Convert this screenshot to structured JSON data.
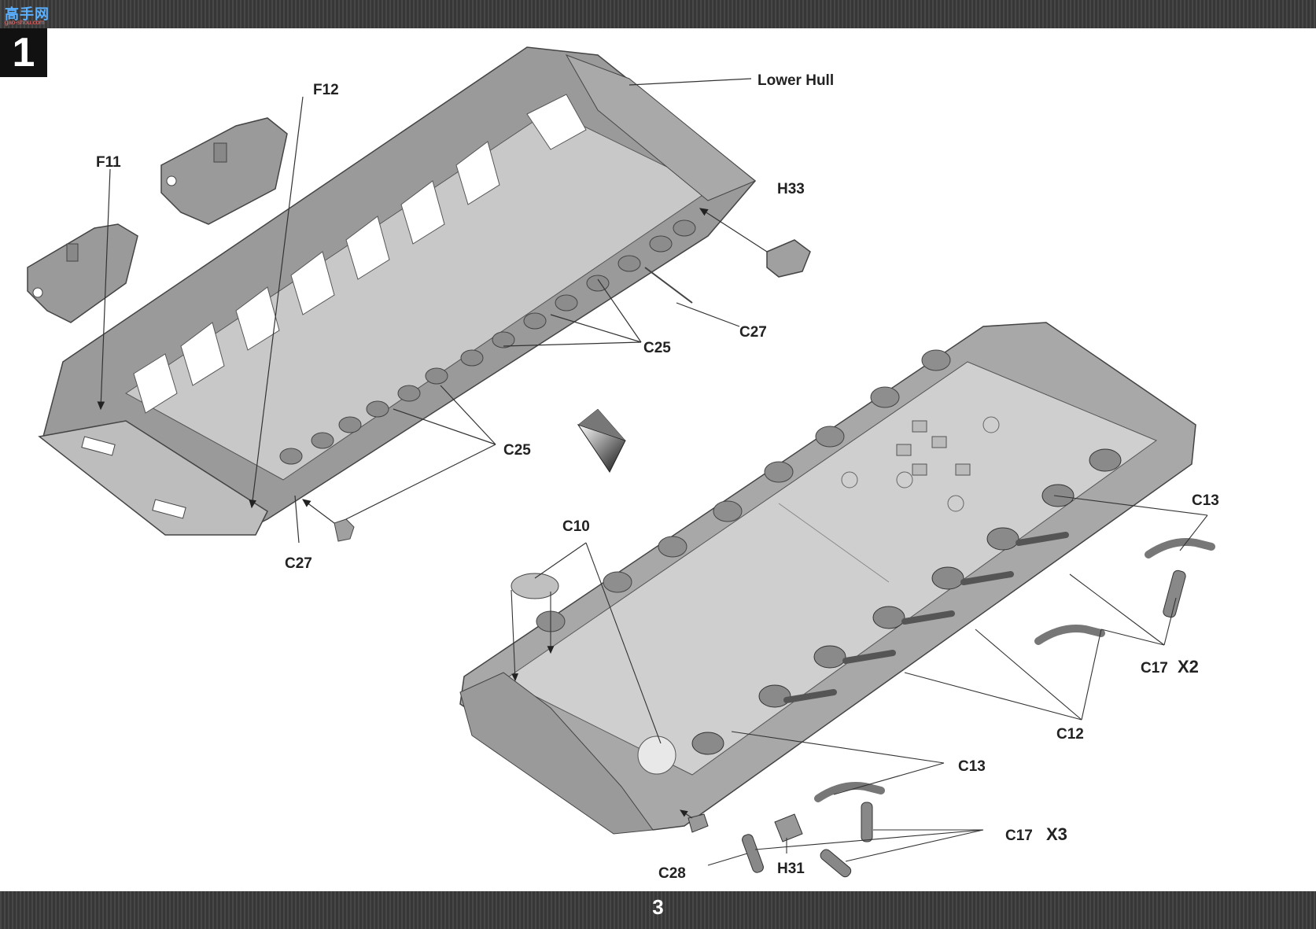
{
  "page": {
    "number": "3",
    "step": "1"
  },
  "watermark": {
    "text": "高手网",
    "sub": "gao-shou.com"
  },
  "labels": {
    "lower_hull": "Lower Hull",
    "f12": "F12",
    "f11": "F11",
    "h33": "H33",
    "c27_right": "C27",
    "c25_upper": "C25",
    "c25_lower": "C25",
    "c27_left": "C27",
    "c10": "C10",
    "c13_top": "C13",
    "c17_x2": "C17",
    "x2": "X2",
    "c12": "C12",
    "c13_bottom": "C13",
    "c17_x3": "C17",
    "x3": "X3",
    "c28": "C28",
    "h31": "H31"
  },
  "colors": {
    "part_fill": "#9a9a9a",
    "part_light": "#d8d8d8",
    "part_dark": "#7e7e7e",
    "band": "#3c3c3c"
  }
}
